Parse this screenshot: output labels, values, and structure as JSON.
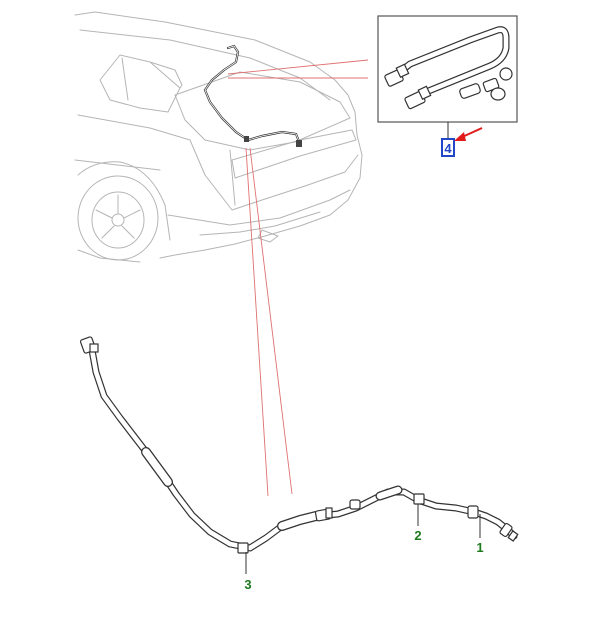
{
  "callouts": [
    {
      "id": "part-1",
      "label": "1"
    },
    {
      "id": "part-2",
      "label": "2"
    },
    {
      "id": "part-3",
      "label": "3"
    },
    {
      "id": "part-4",
      "label": "4"
    }
  ],
  "colors": {
    "callout_text": "#1e7a1e",
    "highlight_box": "#2346c8",
    "highlight_text": "#2346c8",
    "pointer_arrow": "#e11b1b",
    "leader_lines": "#e07070",
    "vehicle_outline": "#b5b5b5",
    "hose_outline": "#333333",
    "inset_border": "#555555"
  }
}
